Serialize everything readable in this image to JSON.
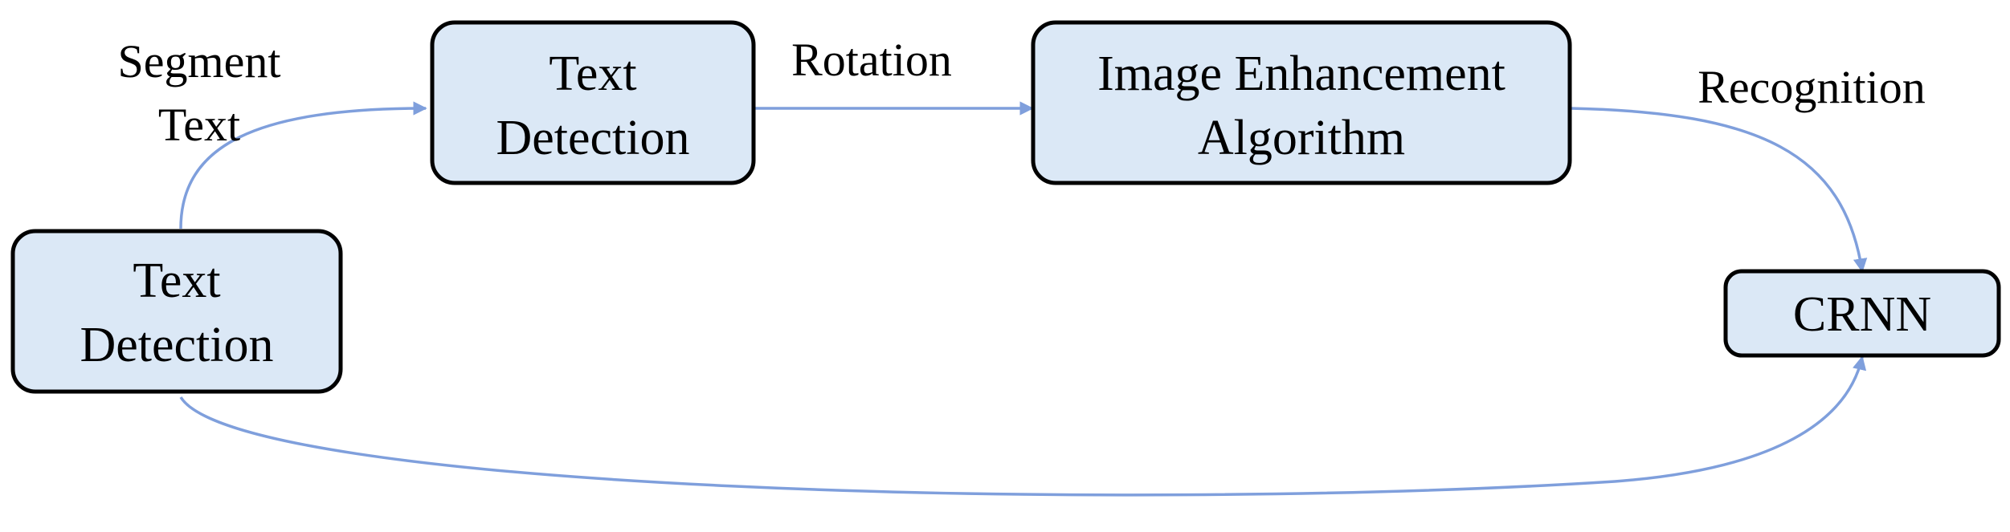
{
  "diagram": {
    "nodes": {
      "source": {
        "line1": "Text",
        "line2": "Detection"
      },
      "detection": {
        "line1": "Text",
        "line2": "Detection"
      },
      "enhancement": {
        "line1": "Image Enhancement",
        "line2": "Algorithm"
      },
      "crnn": {
        "label": "CRNN"
      }
    },
    "edges": {
      "segment": {
        "line1": "Segment",
        "line2": "Text"
      },
      "rotation": {
        "label": "Rotation"
      },
      "recognition": {
        "label": "Recognition"
      }
    },
    "colors": {
      "box_fill": "#dbe8f6",
      "box_stroke": "#000000",
      "arrow": "#7f9fdc",
      "text": "#000000"
    }
  }
}
